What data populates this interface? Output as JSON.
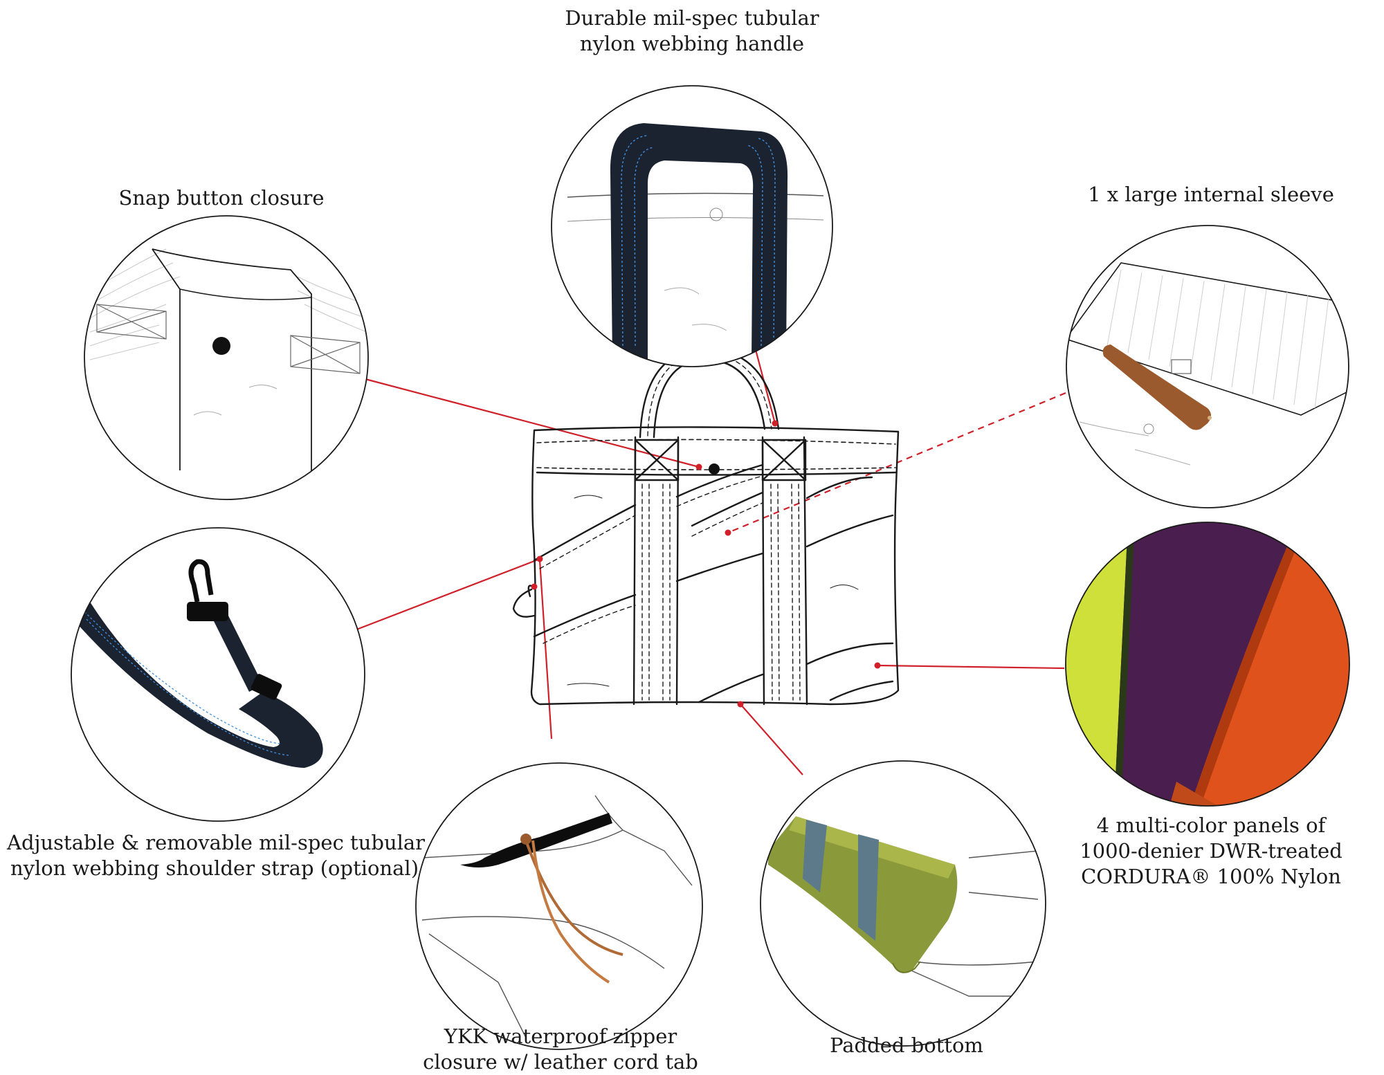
{
  "callouts": {
    "handle": {
      "line1": "Durable mil-spec tubular",
      "line2": "nylon webbing handle"
    },
    "snap": {
      "line1": "Snap button closure"
    },
    "sleeve": {
      "line1": "1 x large internal sleeve"
    },
    "strap": {
      "line1": "Adjustable & removable mil-spec tubular",
      "line2": "nylon webbing shoulder strap (optional)"
    },
    "panels": {
      "line1": "4 multi-color panels of",
      "line2": "1000-denier DWR-treated",
      "line3": "CORDURA® 100% Nylon"
    },
    "zipper": {
      "line1": "YKK waterproof zipper",
      "line2": "closure w/ leather cord tab"
    },
    "bottom": {
      "line1": "Padded bottom"
    }
  },
  "colors": {
    "leader": "#d0202a",
    "outline": "#1a1a1a",
    "webbing": "#1b2230",
    "webbing_stitch": "#3f8fe0",
    "panel_lime": "#cfe03a",
    "panel_purple": "#4a1f4f",
    "panel_orange": "#e0521c",
    "panel_olive": "#8a9a3a",
    "leather": "#9a5a2e"
  },
  "icons": [
    "tote-bag-illustration",
    "snap-button-icon",
    "webbing-handle-icon",
    "shoulder-strap-icon",
    "internal-sleeve-icon",
    "fabric-panels-icon",
    "zipper-pull-icon",
    "padded-bottom-icon"
  ]
}
